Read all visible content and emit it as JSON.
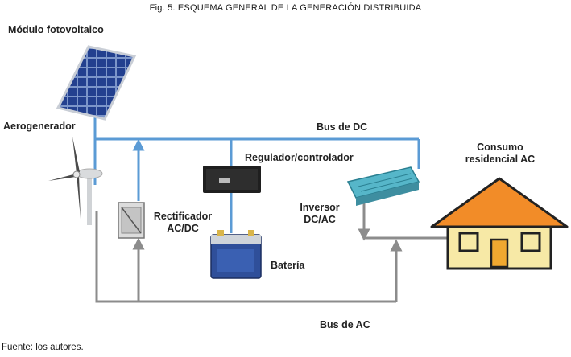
{
  "figure": {
    "caption": "Fig. 5. ESQUEMA GENERAL DE LA GENERACIÓN DISTRIBUIDA",
    "source": "Fuente: los autores."
  },
  "labels": {
    "pv_module": "Módulo fotovoltaico",
    "wind_turbine": "Aerogenerador",
    "dc_bus": "Bus de DC",
    "regulator": "Regulador/controlador",
    "rectifier_line1": "Rectificador",
    "rectifier_line2": "AC/DC",
    "battery": "Batería",
    "inverter_line1": "Inversor",
    "inverter_line2": "DC/AC",
    "consumption_line1": "Consumo",
    "consumption_line2": "residencial AC",
    "ac_bus": "Bus de AC"
  },
  "colors": {
    "dc_bus": "#5b9bd5",
    "ac_bus": "#8c8c8c",
    "roof": "#f28c28",
    "wall": "#f7e9a6",
    "door": "#f0a830",
    "battery": "#2f4f9a",
    "inverter": "#56b6c9"
  }
}
